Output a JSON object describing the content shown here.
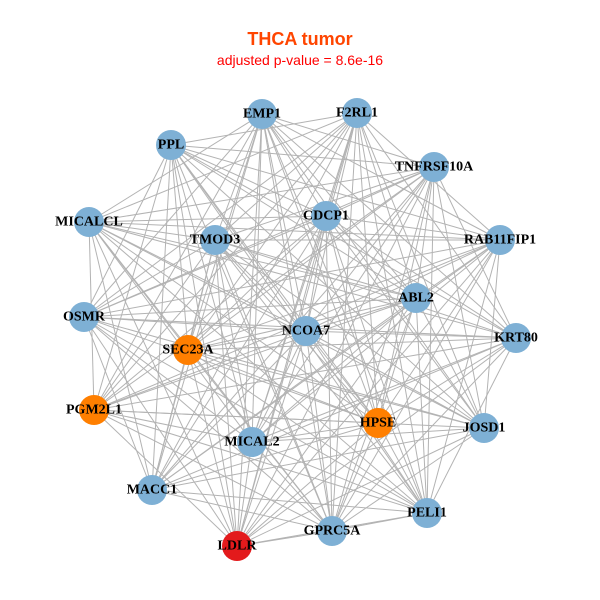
{
  "title": "THCA tumor",
  "subtitle": "adjusted p-value = 8.6e-16",
  "colors": {
    "default": "#7eb0d5",
    "orange": "#ff7f00",
    "red": "#e31a1c",
    "edge": "#b3b3b3"
  },
  "nodes": [
    {
      "id": "EMP1",
      "color": "default"
    },
    {
      "id": "F2RL1",
      "color": "default"
    },
    {
      "id": "PPL",
      "color": "default"
    },
    {
      "id": "TNFRSF10A",
      "color": "default"
    },
    {
      "id": "CDCP1",
      "color": "default"
    },
    {
      "id": "MICALCL",
      "color": "default"
    },
    {
      "id": "TMOD3",
      "color": "default"
    },
    {
      "id": "RAB11FIP1",
      "color": "default"
    },
    {
      "id": "ABL2",
      "color": "default"
    },
    {
      "id": "OSMR",
      "color": "default"
    },
    {
      "id": "NCOA7",
      "color": "default"
    },
    {
      "id": "KRT80",
      "color": "default"
    },
    {
      "id": "SEC23A",
      "color": "orange"
    },
    {
      "id": "PGM2L1",
      "color": "orange"
    },
    {
      "id": "HPSE",
      "color": "orange"
    },
    {
      "id": "JOSD1",
      "color": "default"
    },
    {
      "id": "MICAL2",
      "color": "default"
    },
    {
      "id": "MACC1",
      "color": "default"
    },
    {
      "id": "PELI1",
      "color": "default"
    },
    {
      "id": "GPRC5A",
      "color": "default"
    },
    {
      "id": "LDLR",
      "color": "red"
    }
  ],
  "missing_edges": [
    [
      "EMP1",
      "F2RL1"
    ],
    [
      "PPL",
      "MICALCL"
    ],
    [
      "TNFRSF10A",
      "RAB11FIP1"
    ],
    [
      "RAB11FIP1",
      "KRT80"
    ],
    [
      "KRT80",
      "JOSD1"
    ],
    [
      "OSMR",
      "PGM2L1"
    ],
    [
      "MACC1",
      "LDLR"
    ],
    [
      "PELI1",
      "JOSD1"
    ],
    [
      "MICALCL",
      "OSMR"
    ],
    [
      "PPL",
      "EMP1"
    ],
    [
      "F2RL1",
      "TNFRSF10A"
    ],
    [
      "PGM2L1",
      "MACC1"
    ],
    [
      "ABL2",
      "KRT80"
    ],
    [
      "TMOD3",
      "CDCP1"
    ],
    [
      "SEC23A",
      "OSMR"
    ],
    [
      "HPSE",
      "JOSD1"
    ],
    [
      "MICAL2",
      "SEC23A"
    ],
    [
      "PGM2L1",
      "SEC23A"
    ],
    [
      "MACC1",
      "MICAL2"
    ],
    [
      "PPL",
      "TMOD3"
    ]
  ]
}
